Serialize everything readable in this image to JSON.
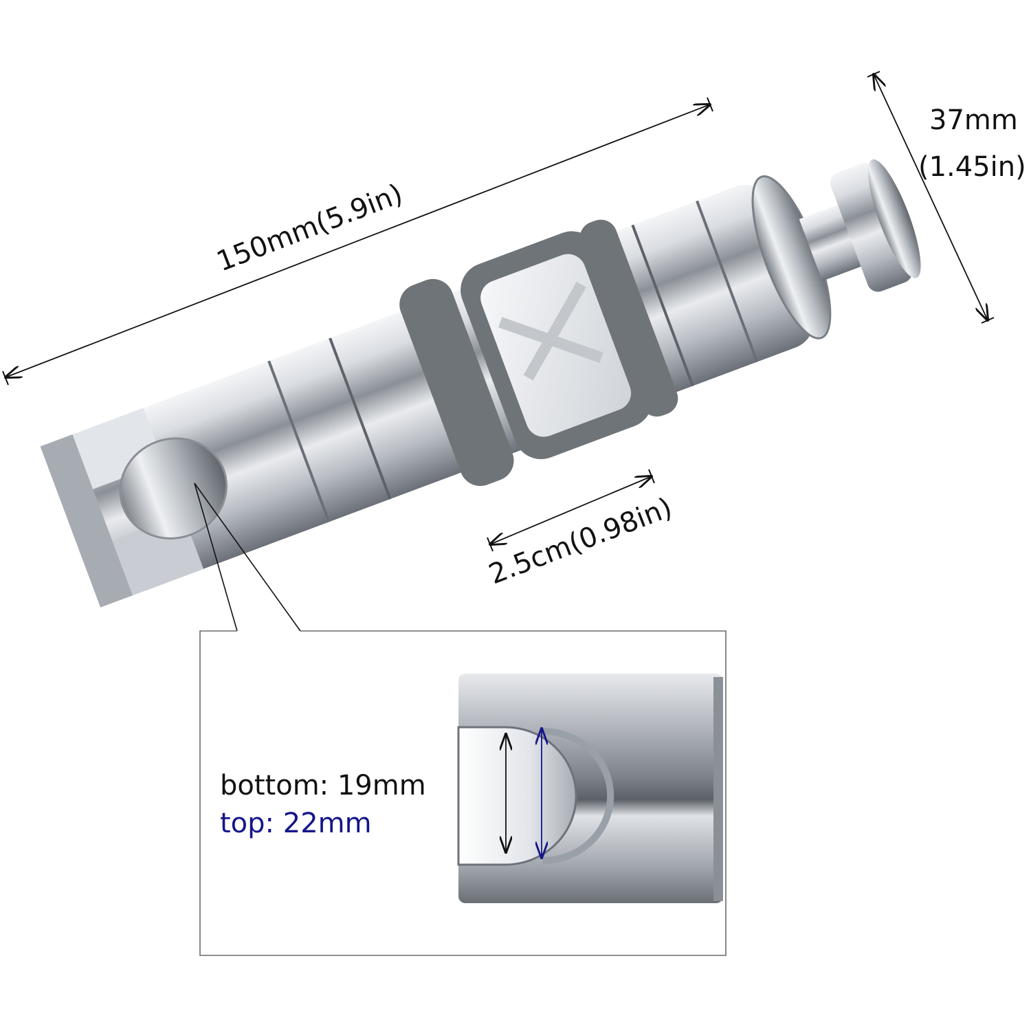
{
  "dimensions": {
    "length_label": "150mm(5.9in)",
    "knob_label_line1": "37mm",
    "knob_label_line2": "(1.45in)",
    "slot_label": "2.5cm(0.98in)"
  },
  "inset": {
    "bottom_label": "bottom:  19mm",
    "top_label": "top:  22mm"
  },
  "colors": {
    "chrome": "#c8ccd2",
    "rubber_ring": "#6f7478",
    "top_dimension": "#15158a",
    "dimension_line": "#111111"
  }
}
